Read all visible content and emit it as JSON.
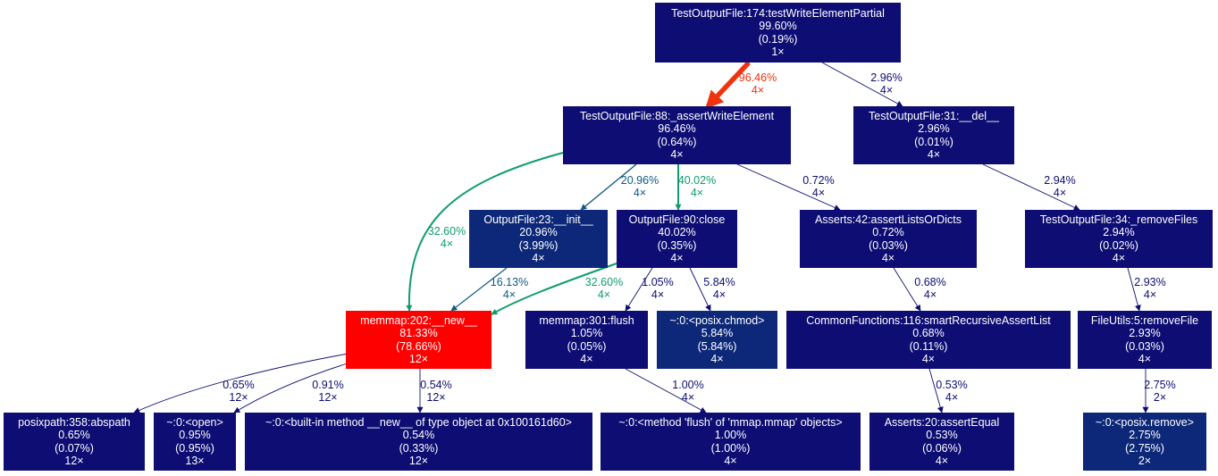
{
  "colors": {
    "node_default": "#0d0d73",
    "node_medium": "#0d2878",
    "node_hot": "#ff0000",
    "edge_default": "#0d0d73",
    "edge_medium": "#0d5a80",
    "edge_green": "#0f9d6a",
    "edge_hot": "#f0320d"
  },
  "nodes": [
    {
      "id": "n_root",
      "lines": [
        "TestOutputFile:174:testWriteElementPartial",
        "99.60%",
        "(0.19%)",
        "1×"
      ],
      "fill": "node_default"
    },
    {
      "id": "n_assert",
      "lines": [
        "TestOutputFile:88:_assertWriteElement",
        "96.46%",
        "(0.64%)",
        "4×"
      ],
      "fill": "node_default"
    },
    {
      "id": "n_del",
      "lines": [
        "TestOutputFile:31:__del__",
        "2.96%",
        "(0.01%)",
        "4×"
      ],
      "fill": "node_default"
    },
    {
      "id": "n_init",
      "lines": [
        "OutputFile:23:__init__",
        "20.96%",
        "(3.99%)",
        "4×"
      ],
      "fill": "node_medium"
    },
    {
      "id": "n_close",
      "lines": [
        "OutputFile:90:close",
        "40.02%",
        "(0.35%)",
        "4×"
      ],
      "fill": "node_default"
    },
    {
      "id": "n_lists",
      "lines": [
        "Asserts:42:assertListsOrDicts",
        "0.72%",
        "(0.03%)",
        "4×"
      ],
      "fill": "node_default"
    },
    {
      "id": "n_remfiles",
      "lines": [
        "TestOutputFile:34:_removeFiles",
        "2.94%",
        "(0.02%)",
        "4×"
      ],
      "fill": "node_default"
    },
    {
      "id": "n_memnew",
      "lines": [
        "memmap:202:__new__",
        "81.33%",
        "(78.66%)",
        "12×"
      ],
      "fill": "node_hot"
    },
    {
      "id": "n_flush",
      "lines": [
        "memmap:301:flush",
        "1.05%",
        "(0.05%)",
        "4×"
      ],
      "fill": "node_default"
    },
    {
      "id": "n_chmod",
      "lines": [
        "~:0:<posix.chmod>",
        "5.84%",
        "(5.84%)",
        "4×"
      ],
      "fill": "node_medium"
    },
    {
      "id": "n_smart",
      "lines": [
        "CommonFunctions:116:smartRecursiveAssertList",
        "0.68%",
        "(0.11%)",
        "4×"
      ],
      "fill": "node_default"
    },
    {
      "id": "n_remfile",
      "lines": [
        "FileUtils:5:removeFile",
        "2.93%",
        "(0.03%)",
        "4×"
      ],
      "fill": "node_default"
    },
    {
      "id": "n_abspath",
      "lines": [
        "posixpath:358:abspath",
        "0.65%",
        "(0.07%)",
        "12×"
      ],
      "fill": "node_default"
    },
    {
      "id": "n_open",
      "lines": [
        "~:0:<open>",
        "0.95%",
        "(0.95%)",
        "13×"
      ],
      "fill": "node_default"
    },
    {
      "id": "n_builtin",
      "lines": [
        "~:0:<built-in method __new__ of type object at 0x100161d60>",
        "0.54%",
        "(0.33%)",
        "12×"
      ],
      "fill": "node_default"
    },
    {
      "id": "n_mflush",
      "lines": [
        "~:0:<method 'flush' of 'mmap.mmap' objects>",
        "1.00%",
        "(1.00%)",
        "4×"
      ],
      "fill": "node_default"
    },
    {
      "id": "n_equal",
      "lines": [
        "Asserts:20:assertEqual",
        "0.53%",
        "(0.06%)",
        "4×"
      ],
      "fill": "node_default"
    },
    {
      "id": "n_remove",
      "lines": [
        "~:0:<posix.remove>",
        "2.75%",
        "(2.75%)",
        "2×"
      ],
      "fill": "node_medium"
    }
  ],
  "edges": [
    {
      "id": "e1",
      "from": "n_root",
      "to": "n_assert",
      "label": [
        "96.46%",
        "4×"
      ],
      "color": "edge_hot"
    },
    {
      "id": "e2",
      "from": "n_root",
      "to": "n_del",
      "label": [
        "2.96%",
        "4×"
      ],
      "color": "edge_default"
    },
    {
      "id": "e3",
      "from": "n_assert",
      "to": "n_memnew",
      "label": [
        "32.60%",
        "4×"
      ],
      "color": "edge_green"
    },
    {
      "id": "e4",
      "from": "n_assert",
      "to": "n_init",
      "label": [
        "20.96%",
        "4×"
      ],
      "color": "edge_medium"
    },
    {
      "id": "e5",
      "from": "n_assert",
      "to": "n_close",
      "label": [
        "40.02%",
        "4×"
      ],
      "color": "edge_green"
    },
    {
      "id": "e6",
      "from": "n_assert",
      "to": "n_lists",
      "label": [
        "0.72%",
        "4×"
      ],
      "color": "edge_default"
    },
    {
      "id": "e7",
      "from": "n_del",
      "to": "n_remfiles",
      "label": [
        "2.94%",
        "4×"
      ],
      "color": "edge_default"
    },
    {
      "id": "e8",
      "from": "n_init",
      "to": "n_memnew",
      "label": [
        "16.13%",
        "4×"
      ],
      "color": "edge_medium"
    },
    {
      "id": "e9",
      "from": "n_close",
      "to": "n_memnew",
      "label": [
        "32.60%",
        "4×"
      ],
      "color": "edge_green"
    },
    {
      "id": "e10",
      "from": "n_close",
      "to": "n_flush",
      "label": [
        "1.05%",
        "4×"
      ],
      "color": "edge_default"
    },
    {
      "id": "e11",
      "from": "n_close",
      "to": "n_chmod",
      "label": [
        "5.84%",
        "4×"
      ],
      "color": "edge_default"
    },
    {
      "id": "e12",
      "from": "n_lists",
      "to": "n_smart",
      "label": [
        "0.68%",
        "4×"
      ],
      "color": "edge_default"
    },
    {
      "id": "e13",
      "from": "n_remfiles",
      "to": "n_remfile",
      "label": [
        "2.93%",
        "4×"
      ],
      "color": "edge_default"
    },
    {
      "id": "e14",
      "from": "n_memnew",
      "to": "n_abspath",
      "label": [
        "0.65%",
        "12×"
      ],
      "color": "edge_default"
    },
    {
      "id": "e15",
      "from": "n_memnew",
      "to": "n_open",
      "label": [
        "0.91%",
        "12×"
      ],
      "color": "edge_default"
    },
    {
      "id": "e16",
      "from": "n_memnew",
      "to": "n_builtin",
      "label": [
        "0.54%",
        "12×"
      ],
      "color": "edge_default"
    },
    {
      "id": "e17",
      "from": "n_flush",
      "to": "n_mflush",
      "label": [
        "1.00%",
        "4×"
      ],
      "color": "edge_default"
    },
    {
      "id": "e18",
      "from": "n_smart",
      "to": "n_equal",
      "label": [
        "0.53%",
        "4×"
      ],
      "color": "edge_default"
    },
    {
      "id": "e19",
      "from": "n_remfile",
      "to": "n_remove",
      "label": [
        "2.75%",
        "2×"
      ],
      "color": "edge_default"
    }
  ]
}
